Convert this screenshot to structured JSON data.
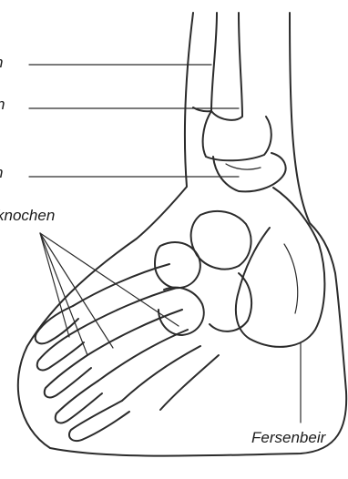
{
  "labels": {
    "label_1": "n",
    "label_2": "n",
    "label_3": "n",
    "label_4": "knochen",
    "label_5": "Fersenbeir"
  },
  "colors": {
    "ink": "#2b2b2b",
    "background": "#ffffff"
  }
}
